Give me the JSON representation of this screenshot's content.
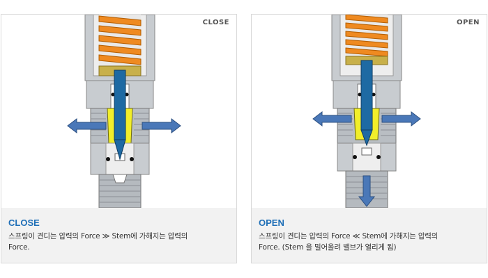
{
  "colors": {
    "accent": "#1f6fb7",
    "stem": "#1e6aa3",
    "spring": "#ef8a21",
    "seat": "#f1ee2a",
    "arrow": "#4a78b8",
    "body": "#c8ccd0"
  },
  "panels": [
    {
      "state_label": "CLOSE",
      "title": "CLOSE",
      "line1": "스프링이 견디는 압력의 Force ≫ Stem에 가해지는 압력의",
      "line2": "Force."
    },
    {
      "state_label": "OPEN",
      "title": "OPEN",
      "line1": "스프링이 견디는 압력의 Force ≪ Stem에 가해지는 압력의",
      "line2": "Force. (Stem 을 밀어올려 밸브가 열리게 됨)"
    }
  ]
}
